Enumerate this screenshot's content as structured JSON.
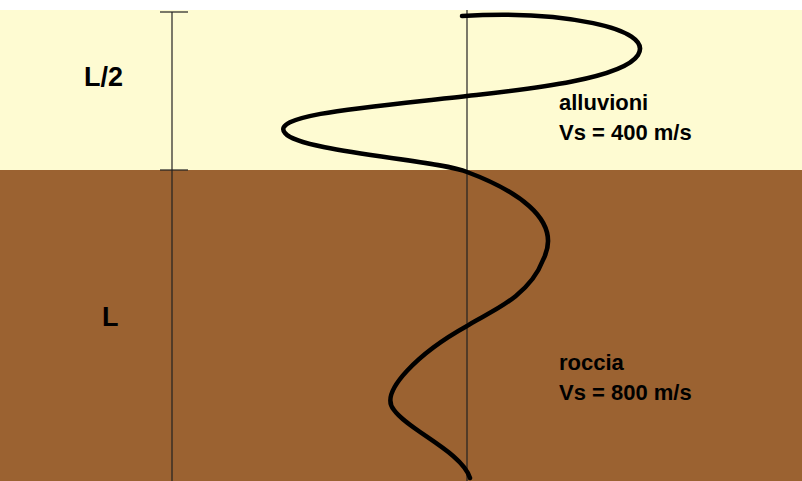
{
  "diagram": {
    "nodes": [
      {
        "text": [
          "alluvioni",
          "Vs = 400 m/s"
        ]
      },
      {
        "text": [
          "roccia",
          "Vs = 800 m/s"
        ]
      }
    ],
    "labels": [
      "L/2",
      "L"
    ]
  }
}
